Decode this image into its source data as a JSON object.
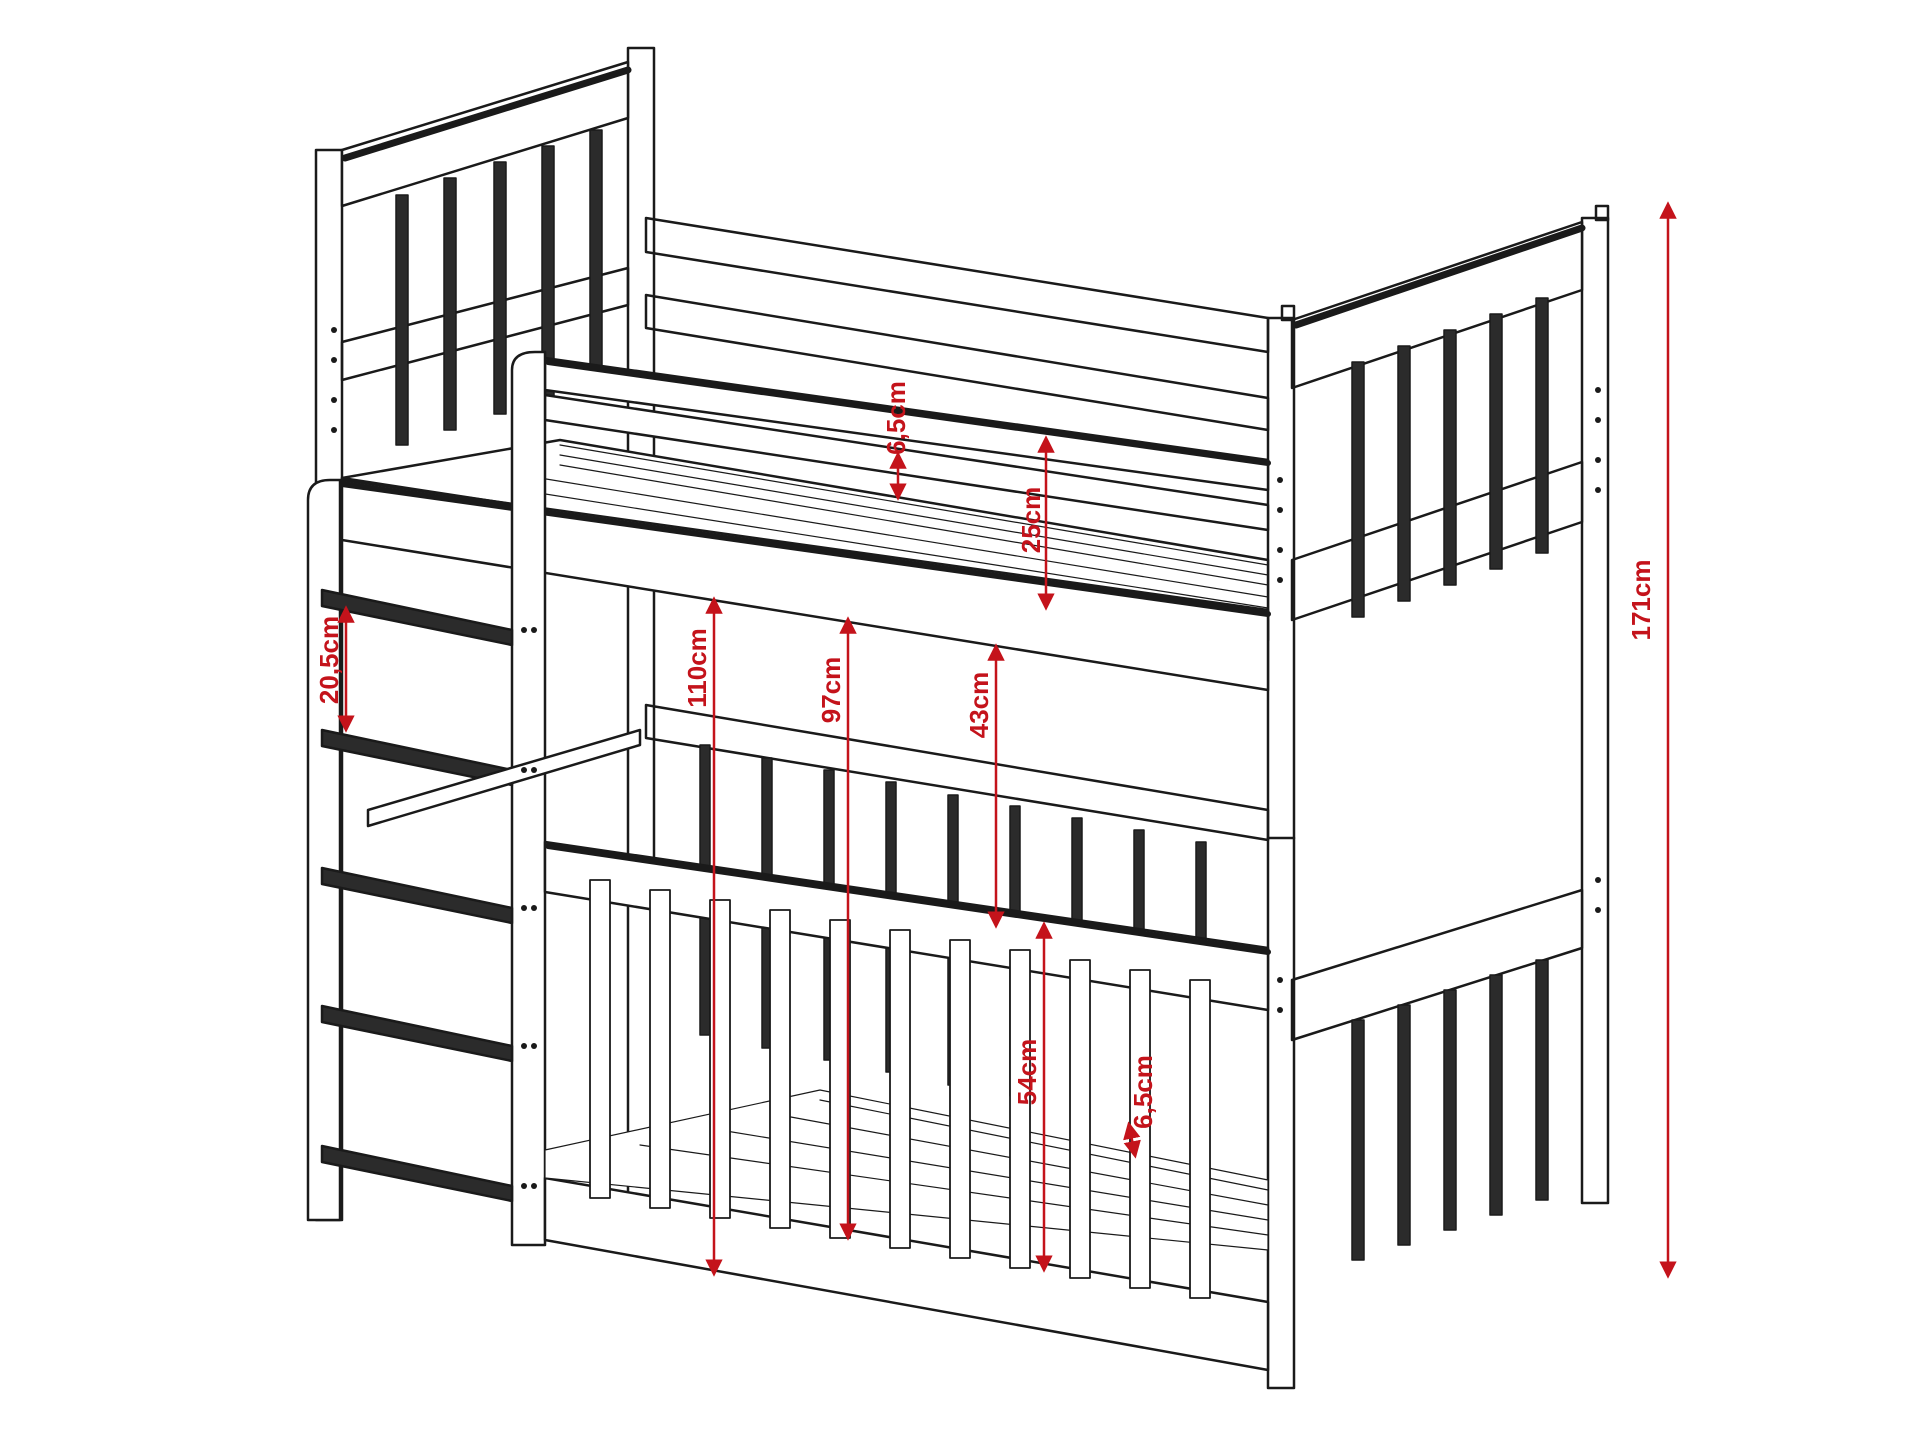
{
  "colors": {
    "line": "#1a1a1a",
    "shade": "#2b2b2b",
    "dimension": "#c4131b",
    "background": "#ffffff"
  },
  "dimensions": [
    {
      "id": "total_height",
      "label": "171cm"
    },
    {
      "id": "upper_opening",
      "label": "110cm"
    },
    {
      "id": "upper_clearance",
      "label": "97cm"
    },
    {
      "id": "lower_to_rail",
      "label": "43cm"
    },
    {
      "id": "ladder_step",
      "label": "20,5cm"
    },
    {
      "id": "upper_mattress_thickness",
      "label": "6,5cm"
    },
    {
      "id": "upper_guard_height",
      "label": "25cm"
    },
    {
      "id": "lower_guard_height",
      "label": "54cm"
    },
    {
      "id": "lower_mattress_thickness",
      "label": "6,5cm"
    }
  ]
}
